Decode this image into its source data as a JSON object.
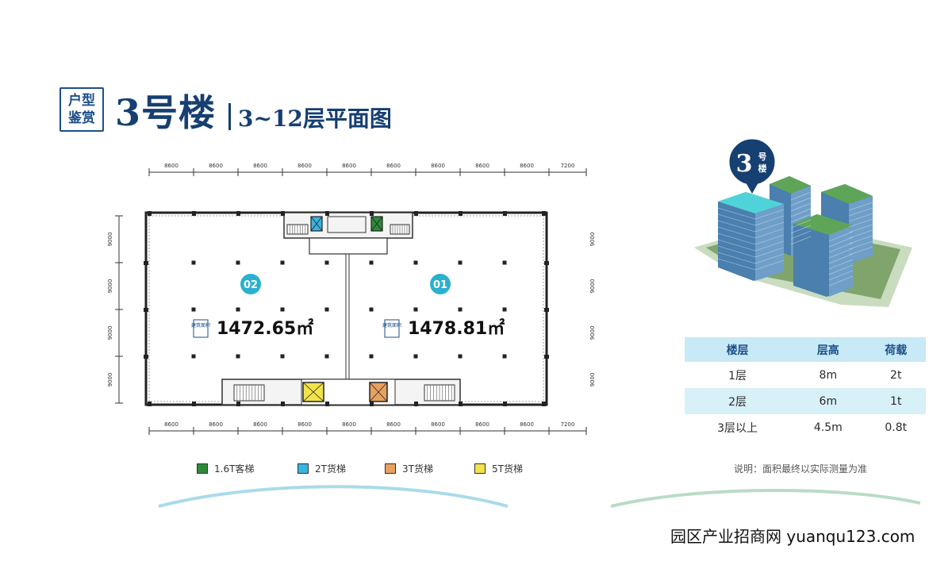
{
  "header": {
    "tag_line1": "户型",
    "tag_line2": "鉴赏",
    "building": "3号楼",
    "floors": "3~12层平面图"
  },
  "plan": {
    "dim_top": [
      "8600",
      "8600",
      "8600",
      "8600",
      "8600",
      "8600",
      "8600",
      "8600",
      "8600",
      "7200"
    ],
    "dim_bottom": [
      "8600",
      "8600",
      "8600",
      "8600",
      "8600",
      "8600",
      "8600",
      "8600",
      "8600",
      "7200"
    ],
    "dim_left": [
      "9000",
      "9000",
      "9000",
      "9000"
    ],
    "dim_right": [
      "9000",
      "9000",
      "9000",
      "9000"
    ],
    "units": [
      {
        "number": "02",
        "label": "建筑面积",
        "area": "1472.65㎡"
      },
      {
        "number": "01",
        "label": "建筑面积",
        "area": "1478.81㎡"
      }
    ]
  },
  "legend": [
    {
      "label": "1.6T客梯",
      "color": "#2e8b3a"
    },
    {
      "label": "2T货梯",
      "color": "#39b4e0"
    },
    {
      "label": "3T货梯",
      "color": "#e8a060"
    },
    {
      "label": "5T货梯",
      "color": "#f2e34a"
    }
  ],
  "render": {
    "badge_line1": "3",
    "badge_line2": "号楼"
  },
  "table": {
    "headers": [
      "楼层",
      "层高",
      "荷载"
    ],
    "rows": [
      [
        "1层",
        "8m",
        "2t"
      ],
      [
        "2层",
        "6m",
        "1t"
      ],
      [
        "3层以上",
        "4.5m",
        "0.8t"
      ]
    ]
  },
  "note": "说明：面积最终以实际测量为准",
  "footer": "园区产业招商网 yuanqu123.com",
  "colors": {
    "navy": "#163f72",
    "teal_badge": "#2bb0cf",
    "table_header": "#c8e9f6",
    "wave_blue": "#a9dbe9",
    "wave_green": "#b9dcc4"
  }
}
